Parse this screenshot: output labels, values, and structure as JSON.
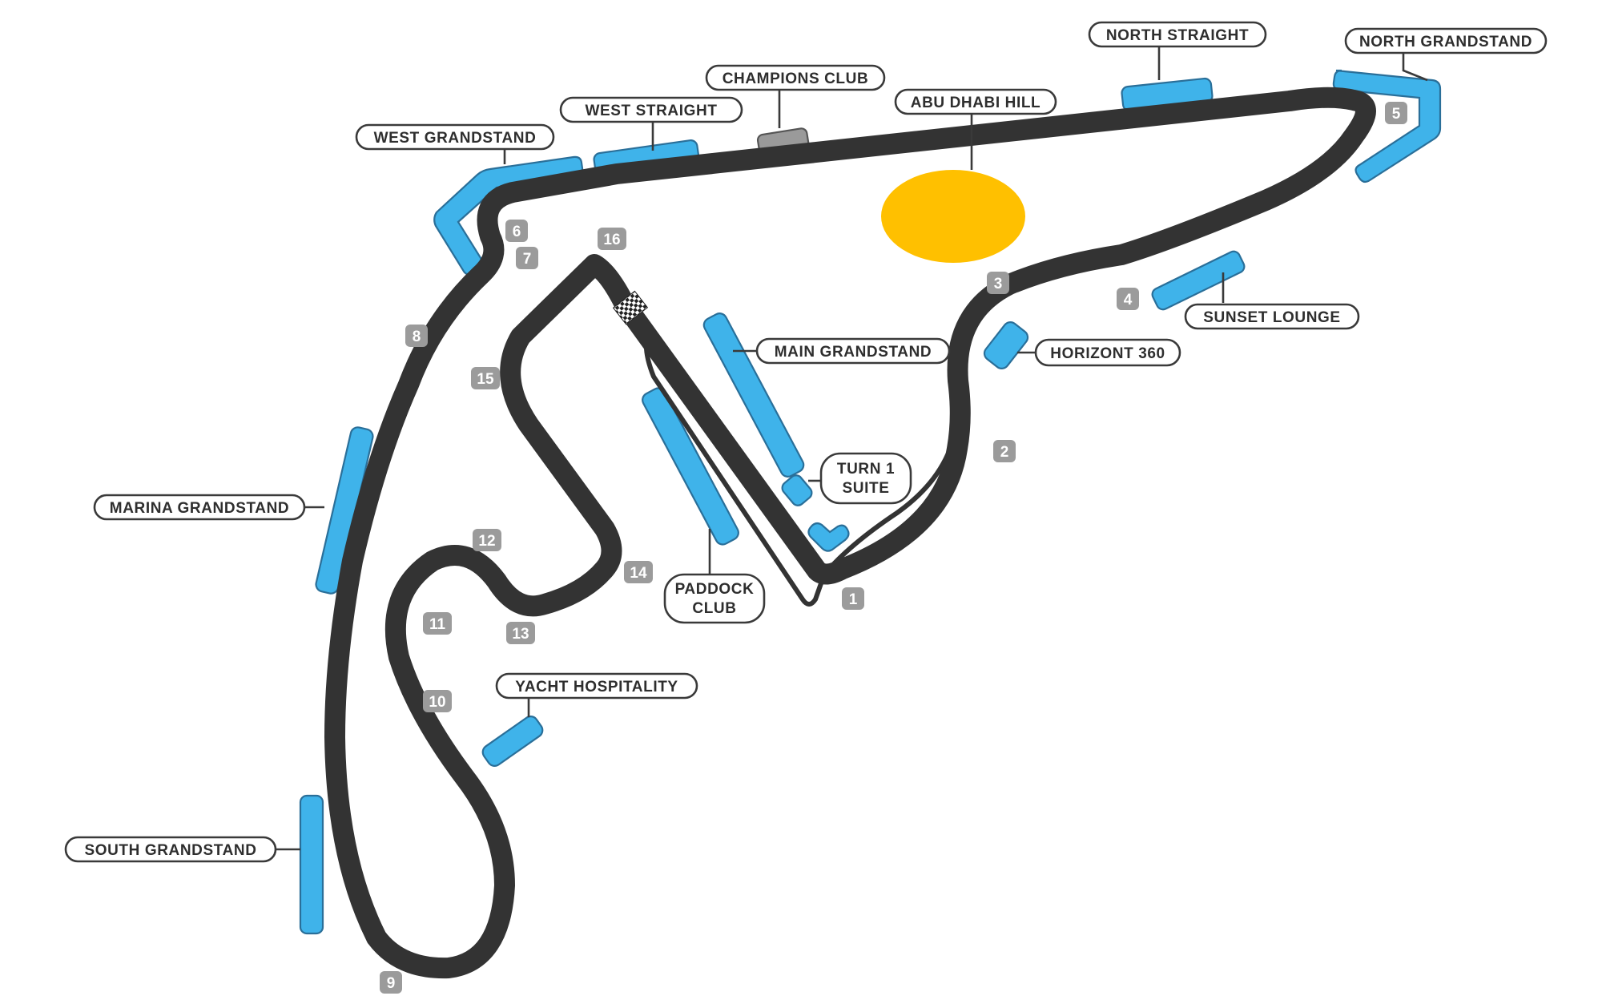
{
  "circuit": {
    "track_color": "#333333",
    "grandstand_color": "#3fb3ea",
    "hill_color": "#ffc000",
    "champions_club_color": "#9a9a9a",
    "turn_badge_color": "#9b9b9b"
  },
  "labels": {
    "north_straight": "NORTH STRAIGHT",
    "north_grandstand": "NORTH GRANDSTAND",
    "champions_club": "CHAMPIONS CLUB",
    "abu_dhabi_hill": "ABU DHABI HILL",
    "west_straight": "WEST STRAIGHT",
    "west_grandstand": "WEST GRANDSTAND",
    "sunset_lounge": "SUNSET LOUNGE",
    "horizont_360": "HORIZONT 360",
    "main_grandstand": "MAIN GRANDSTAND",
    "turn1_suite_line1": "TURN 1",
    "turn1_suite_line2": "SUITE",
    "paddock_club_line1": "PADDOCK",
    "paddock_club_line2": "CLUB",
    "marina_grandstand": "MARINA GRANDSTAND",
    "yacht_hospitality": "YACHT HOSPITALITY",
    "south_grandstand": "SOUTH GRANDSTAND"
  },
  "turns": [
    "1",
    "2",
    "3",
    "4",
    "5",
    "6",
    "7",
    "8",
    "9",
    "10",
    "11",
    "12",
    "13",
    "14",
    "15",
    "16"
  ],
  "icons": {
    "start_finish": "checkered-flag-icon"
  }
}
